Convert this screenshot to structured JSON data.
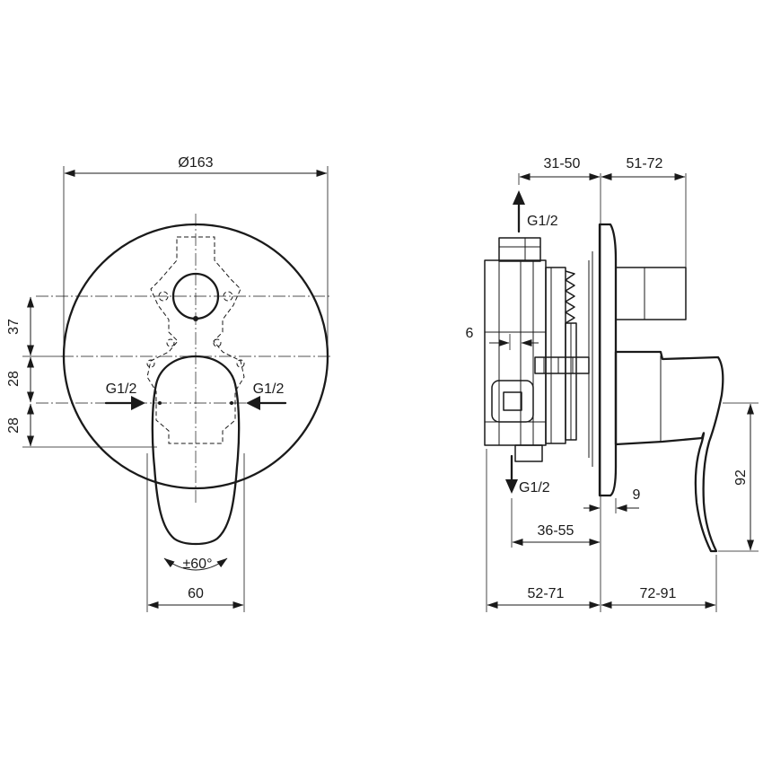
{
  "front_view": {
    "diameter": "Ø163",
    "dim_37": "37",
    "dim_28_upper": "28",
    "dim_28_lower": "28",
    "inlet_left": "G1/2",
    "inlet_right": "G1/2",
    "rotation": "±60°",
    "handle_width": "60"
  },
  "side_view": {
    "dim_31_50": "31-50",
    "dim_51_72": "51-72",
    "outlet_top": "G1/2",
    "outlet_bottom": "G1/2",
    "dim_6": "6",
    "dim_9": "9",
    "dim_36_55": "36-55",
    "dim_52_71": "52-71",
    "dim_72_91": "72-91",
    "dim_92": "92"
  }
}
